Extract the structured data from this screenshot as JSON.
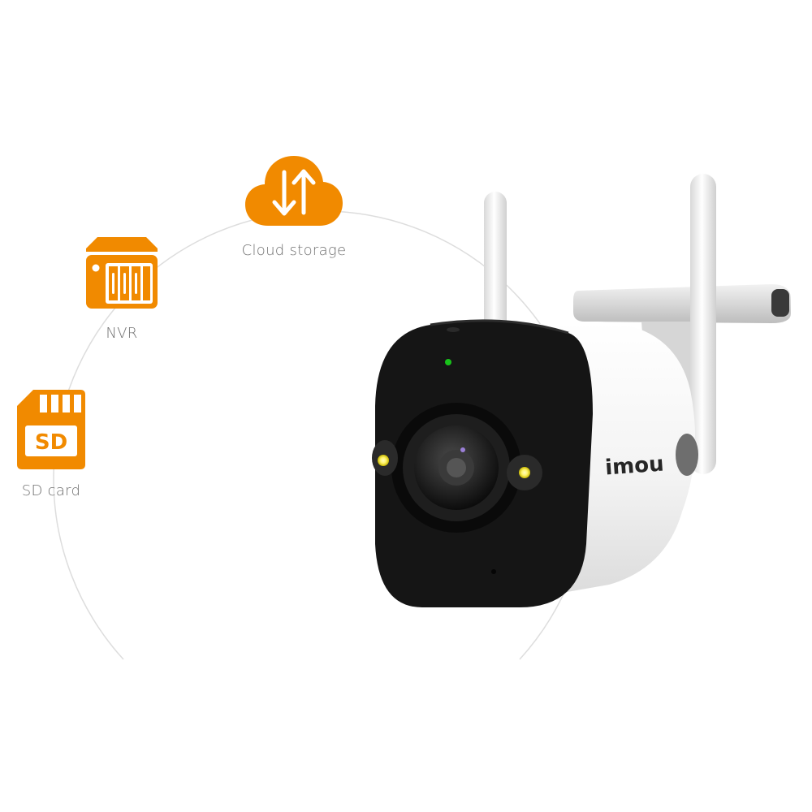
{
  "storage_options": [
    {
      "id": "cloud",
      "label": "Cloud storage",
      "icon": "cloud-upload-download-icon"
    },
    {
      "id": "nvr",
      "label": "NVR",
      "icon": "nvr-recorder-icon"
    },
    {
      "id": "sd",
      "label": "SD card",
      "icon": "sd-card-icon",
      "icon_text": "SD"
    }
  ],
  "camera": {
    "brand": "imou",
    "icon": "security-camera-image"
  },
  "colors": {
    "accent": "#F18A00",
    "label": "#707070",
    "arc": "#DDDDDD",
    "camera_face": "#151515",
    "camera_body": "#F4F4F4",
    "status_led": "#18C21A",
    "spotlight": "#FFF46A"
  }
}
